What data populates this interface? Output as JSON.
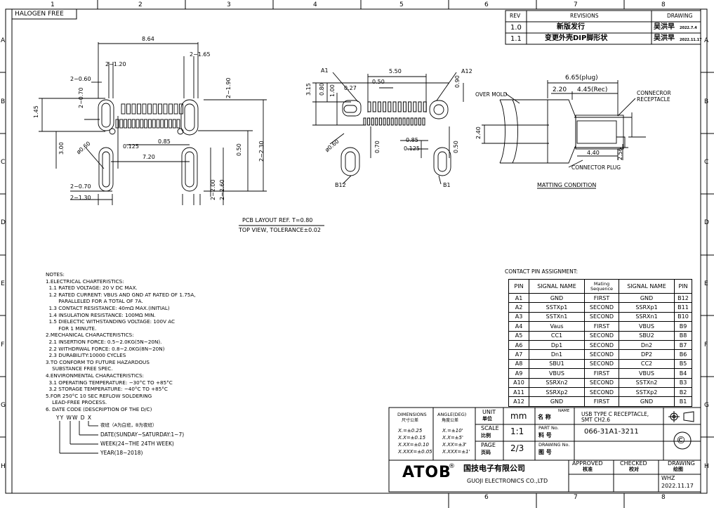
{
  "border": {
    "cols_top": [
      "1",
      "2",
      "3",
      "4",
      "5",
      "6",
      "7",
      "8"
    ],
    "cols_bottom": [
      "6",
      "7",
      "8"
    ],
    "rows_left": [
      "A",
      "B",
      "C",
      "D",
      "E",
      "F",
      "G",
      "H"
    ],
    "rows_right": [
      "A",
      "B",
      "C",
      "D",
      "E",
      "F",
      "G",
      "H"
    ]
  },
  "halogen": "HALOGEN FREE",
  "revisions": {
    "headers": [
      "REV",
      "REVISIONS",
      "DRAWING"
    ],
    "rows": [
      {
        "rev": "1.0",
        "desc": "新版发行",
        "by": "吴洪早",
        "date": "2022.7.4"
      },
      {
        "rev": "1.1",
        "desc": "变更外壳DIP脚形状",
        "by": "吴洪早",
        "date": "2022.11.17"
      }
    ]
  },
  "pcb_dims": {
    "d864": "8.64",
    "d120": "2−1.20",
    "d165": "2−1.65",
    "d060": "2−0.60",
    "d070a": "2−0.70",
    "d190": "2−1.90",
    "d145": "1.45",
    "d300": "3.00",
    "phi060": "ø0.60",
    "d0125": "0.125",
    "d085": "0.85",
    "d720": "7.20",
    "d050": "0.50",
    "d230": "2−2.30",
    "d200": "2−2.00",
    "d260": "2−2.60",
    "d070b": "2−0.70",
    "d130": "2−1.30"
  },
  "pcb_caption": [
    "PCB LAYOUT REF. T=0.80",
    "TOP VIEW, TOLERANCE±0.02"
  ],
  "view2": {
    "a1": "A1",
    "a12": "A12",
    "b12": "B12",
    "b1": "B1",
    "d550": "5.50",
    "d315": "3.15",
    "d080": "0.80",
    "d100": "1.00",
    "d027": "0.27",
    "d050a": "0.50",
    "d090": "0.90",
    "phi060": "ø0.60",
    "d070": "0.70",
    "d085": "0.85",
    "d0125": "0.125",
    "d050b": "0.50"
  },
  "mating": {
    "plug": "6.65(plug)",
    "d220": "2.20",
    "rec": "4.45(Rec)",
    "over_mold": "OVER MOLD",
    "receptacle": "CONNECROR RECEPTACLE",
    "d240": "2.40",
    "d440": "4.40",
    "d256": "2.56",
    "connector_plug": "CONNECTOR PLUG",
    "condition": "MATTING CONDITION"
  },
  "contact_title": "CONTACT PIN ASSIGNMENT:",
  "pin_table": {
    "headers": [
      "PIN",
      "SIGNAL NAME",
      "Mating Sequence",
      "SIGNAL NAME",
      "PIN"
    ],
    "rows": [
      [
        "A1",
        "GND",
        "FIRST",
        "GND",
        "B12"
      ],
      [
        "A2",
        "SSTXp1",
        "SECOND",
        "SSRXp1",
        "B11"
      ],
      [
        "A3",
        "SSTXn1",
        "SECOND",
        "SSRXn1",
        "B10"
      ],
      [
        "A4",
        "Vaus",
        "FIRST",
        "VBUS",
        "B9"
      ],
      [
        "A5",
        "CC1",
        "SECOND",
        "SBU2",
        "B8"
      ],
      [
        "A6",
        "Dp1",
        "SECOND",
        "Dn2",
        "B7"
      ],
      [
        "A7",
        "Dn1",
        "SECOND",
        "DP2",
        "B6"
      ],
      [
        "A8",
        "SBU1",
        "SECOND",
        "CC2",
        "B5"
      ],
      [
        "A9",
        "VBUS",
        "FIRST",
        "VBUS",
        "B4"
      ],
      [
        "A10",
        "SSRXn2",
        "SECOND",
        "SSTXn2",
        "B3"
      ],
      [
        "A11",
        "SSRXp2",
        "SECOND",
        "SSTXp2",
        "B2"
      ],
      [
        "A12",
        "GND",
        "FIRST",
        "GND",
        "B1"
      ]
    ]
  },
  "notes": [
    "NOTES:",
    "1.ELECTRICAL CHARTERISTICS:",
    "  1.1 RATED VOLTAGE: 20 V DC MAX.",
    "  1.2 RATED CURRENT: VBUS AND GND AT RATED OF 1.75A,",
    "        PARALLELED FOR A TOTAL OF 7A.",
    "  1.3 CONTACT RESISTANCE: 40mΩ MAX.(INITIAL)",
    "  1.4 INSULATION RESISTANCE: 100MΩ MIN.",
    "  1.5 DIELECTIC WITHSTANDING VOLTAGE: 100V AC",
    "        FOR 1 MINUTE.",
    "2.MECHANICAL CHARACTERISTICS:",
    "  2.1 INSERTION FORCE: 0.5~2.0KG(5N~20N).",
    "  2.2 WITHDRWAL FORCE: 0.8~2.0KG(8N~20N)",
    "  2.3 DURABILITY:10000 CYCLES",
    "3.TO CONFORM TO FUTURE HAZARDOUS",
    "    SUBSTANCE FREE SPEC.",
    "4.ENVIRONMENTAL CHARACTERISTICS:",
    "  3.1 OPERATING TEMPERATURE: −30°C TO +85°C",
    "  3.2 STORAGE TEMPERATURE: −40°C TO +85°C",
    "5.FOR 250°C 10 SEC REFLOW SOLDERING",
    "    LEAD-FREE PROCESS.",
    "6. DATE CODE (DESCRIPTION OF THE D/C)"
  ],
  "datecode": {
    "letters": "YY  WW  D  X",
    "x": "夜班（A为白班，B为夜班）",
    "date": "DATE(SUNDAY~SATURDAY:1~7)",
    "week": "WEEK(24~THE 24TH WEEK)",
    "year": "YEAR(18~2018)"
  },
  "title_block": {
    "dim_title": "DIMENSIONS",
    "dim_sub": "尺寸公差",
    "ang_title": "ANGLE(DEG)",
    "ang_sub": "角度公差",
    "tol": [
      "X.=±0.25",
      "X.X=±0.15",
      "X.XX=±0.10",
      "X.XXX=±0.05"
    ],
    "ang": [
      "X.=±10'",
      "X.X=±5'",
      "X.XX=±3'",
      "X.XXX=±1'"
    ],
    "unit_label": "UNIT",
    "unit_cn": "单位",
    "unit": "mm",
    "name_label": "名  称",
    "name_en": "NAME",
    "name": "USB TYPE C RECEPTACLE, SMT CH2.6",
    "scale_label": "SCALE",
    "scale_cn": "比例",
    "scale": "1:1",
    "part_label": "PART No.",
    "part_cn": "料  号",
    "part": "066-31A1-3211",
    "page_label": "PAGE",
    "page_cn": "页码",
    "page": "2/3",
    "drawing_no_label": "DRAWING No.",
    "drawing_no_cn": "图  号",
    "logo": "ATOB",
    "company_cn": "国技电子有限公司",
    "company_en": "GUOJI ELECTRONICS CO.,LTD",
    "approved": "APPROVED",
    "approved_cn": "核准",
    "checked": "CHECKED",
    "checked_cn": "校对",
    "drawing": "DRAWING",
    "drawing_cn": "绘图",
    "drawer": "WHZ",
    "date": "2022.11.17"
  }
}
